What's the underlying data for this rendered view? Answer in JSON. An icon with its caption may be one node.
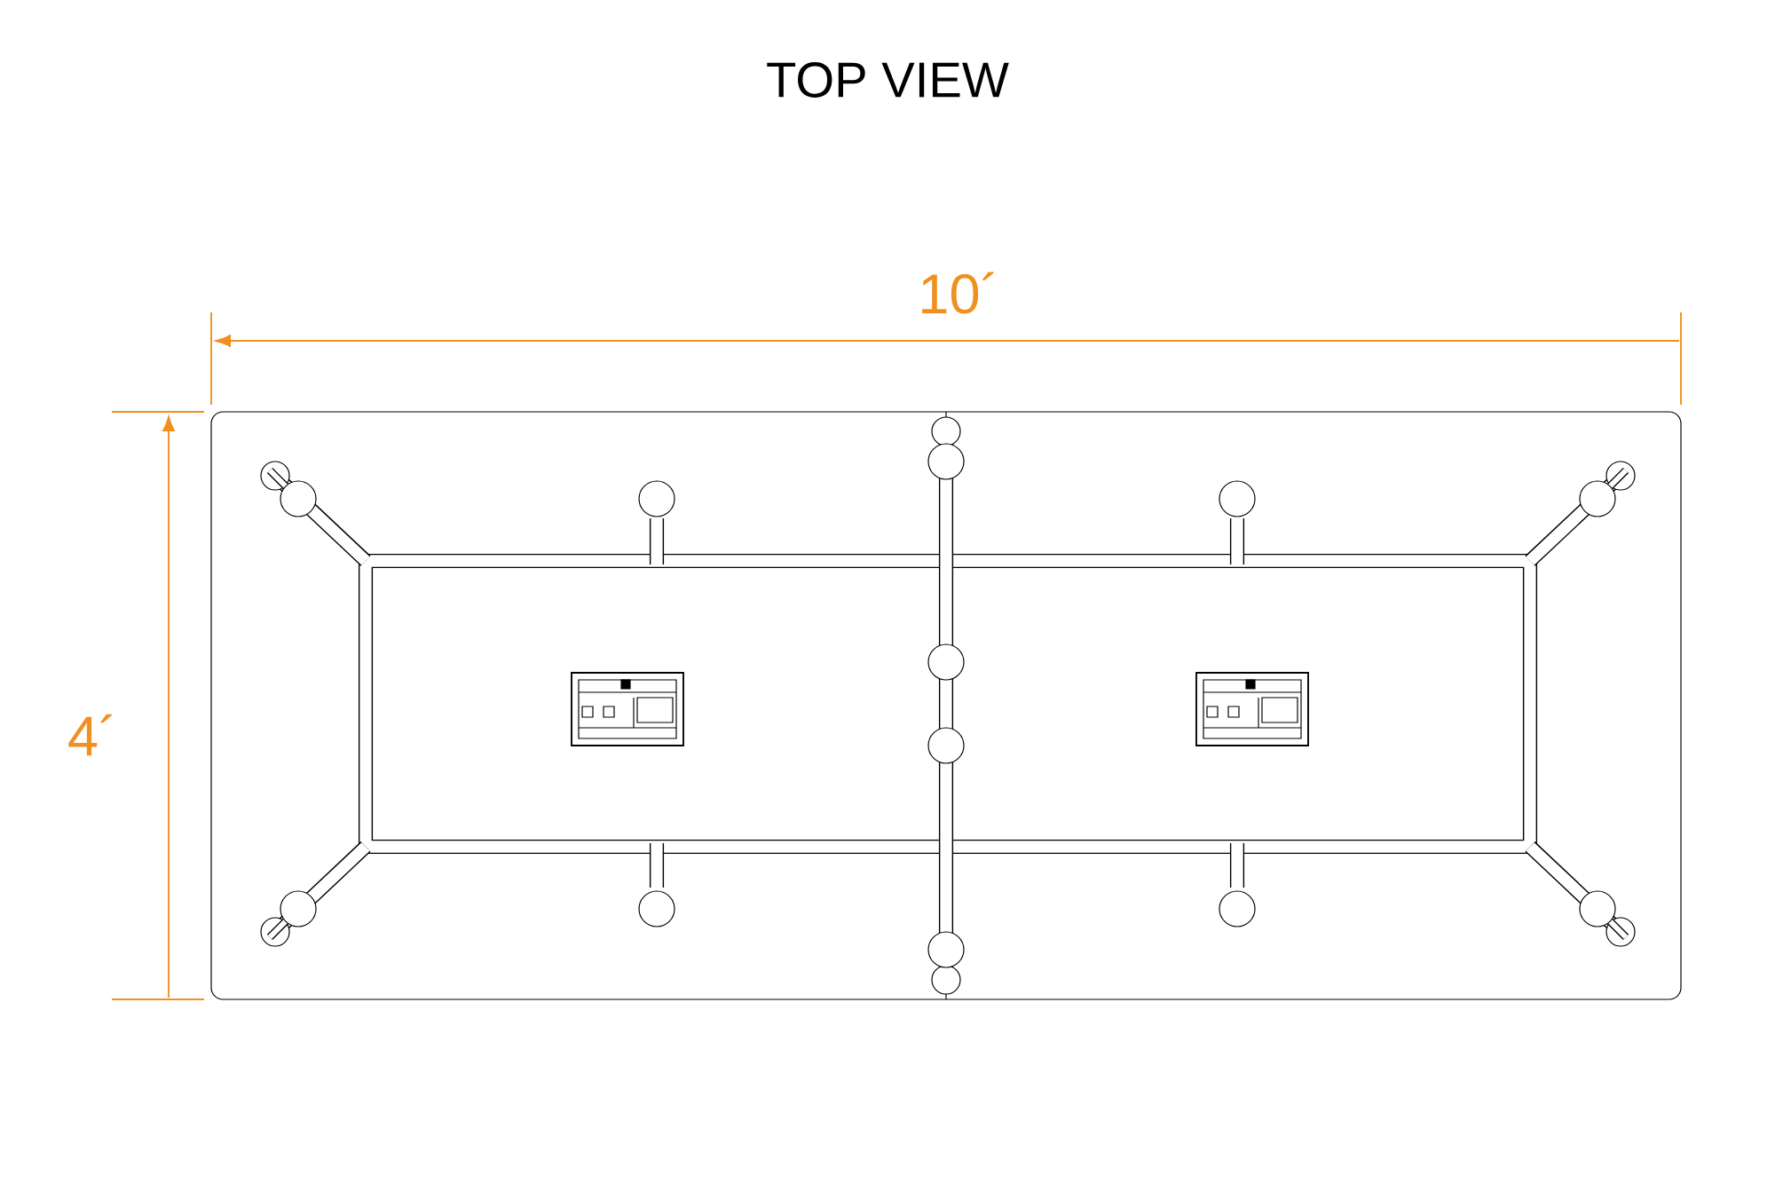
{
  "diagram": {
    "title": "TOP VIEW",
    "labels": [
      "10´",
      "4´"
    ]
  }
}
